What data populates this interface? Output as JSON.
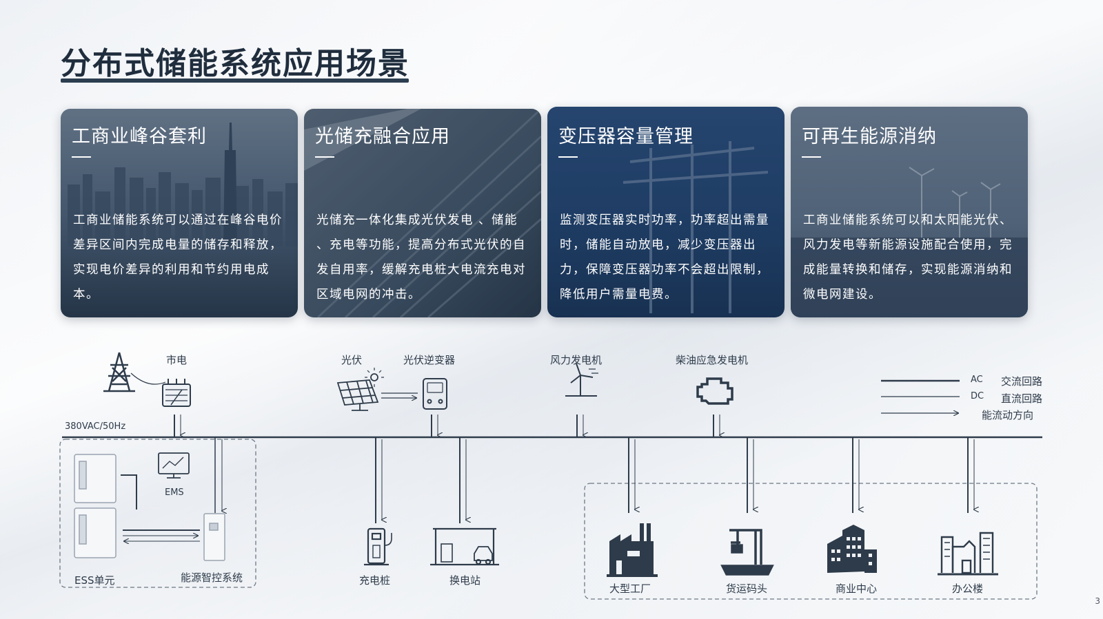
{
  "title": "分布式储能系统应用场景",
  "cards": [
    {
      "title": "工商业峰谷套利",
      "body": "工商业储能系统可以通过在峰谷电价差异区间内完成电量的储存和释放，实现电价差异的利用和节约用电成本。"
    },
    {
      "title": "光储充融合应用",
      "body": "光储充一体化集成光伏发电 、储能 、充电等功能，提高分布式光伏的自发自用率，缓解充电桩大电流充电对区域电网的冲击。"
    },
    {
      "title": "变压器容量管理",
      "body": "监测变压器实时功率，功率超出需量时，储能自动放电，减少变压器出力，保障变压器功率不会超出限制，降低用户需量电费。"
    },
    {
      "title": "可再生能源消纳",
      "body": "工商业储能系统可以和太阳能光伏、风力发电等新能源设施配合使用，完成能量转换和储存，实现能源消纳和微电网建设。"
    }
  ],
  "diagram": {
    "grid": "市电",
    "voltage": "380VAC/50Hz",
    "pv": "光伏",
    "inverter": "光伏逆变器",
    "wind": "风力发电机",
    "diesel": "柴油应急发电机",
    "ems": "EMS",
    "ess": "ESS单元",
    "energy_ctrl": "能源智控系统",
    "charger": "充电桩",
    "swap": "换电站",
    "factory": "大型工厂",
    "port": "货运码头",
    "mall": "商业中心",
    "office": "办公楼",
    "legend": [
      {
        "code": "AC",
        "text": "交流回路"
      },
      {
        "code": "DC",
        "text": "直流回路"
      },
      {
        "code": "",
        "text": "能流动方向"
      }
    ]
  },
  "page_number": "3",
  "colors": {
    "line": "#2e3b4a",
    "title": "#1f2d3d",
    "card_dark": "#1e3a5f"
  }
}
